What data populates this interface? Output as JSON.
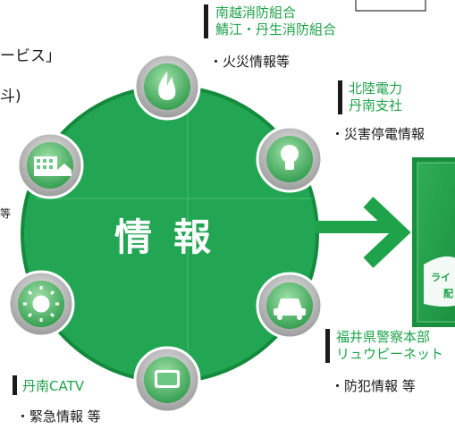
{
  "colors": {
    "green": "#1fa34a",
    "dark_green": "#138a3c",
    "circle_green": "#22a653",
    "text": "#1a1a1a"
  },
  "left_fragments": {
    "service": "ービス」",
    "fee": "斗)",
    "etc": "等"
  },
  "center_label": {
    "char1": "情",
    "char2": "報"
  },
  "orgs": {
    "nanetsu": {
      "line1": "南越消防組合",
      "line2": "鯖江・丹生消防組合",
      "info": "・火災情報等"
    },
    "hokuriku": {
      "line1": "北陸電力",
      "line2": "丹南支社",
      "info": "・災害停電情報"
    },
    "police": {
      "line1": "福井県警察本部",
      "line2": "リュウピーネット",
      "info": "・防犯情報 等"
    },
    "catv": {
      "line1": "丹南CATV",
      "info": "・緊急情報 等"
    }
  },
  "right_box": {
    "line1": "ライ",
    "line2": "配"
  },
  "icons": [
    "fire-icon",
    "lightbulb-icon",
    "car-icon",
    "tv-icon",
    "sun-icon",
    "building-icon"
  ]
}
